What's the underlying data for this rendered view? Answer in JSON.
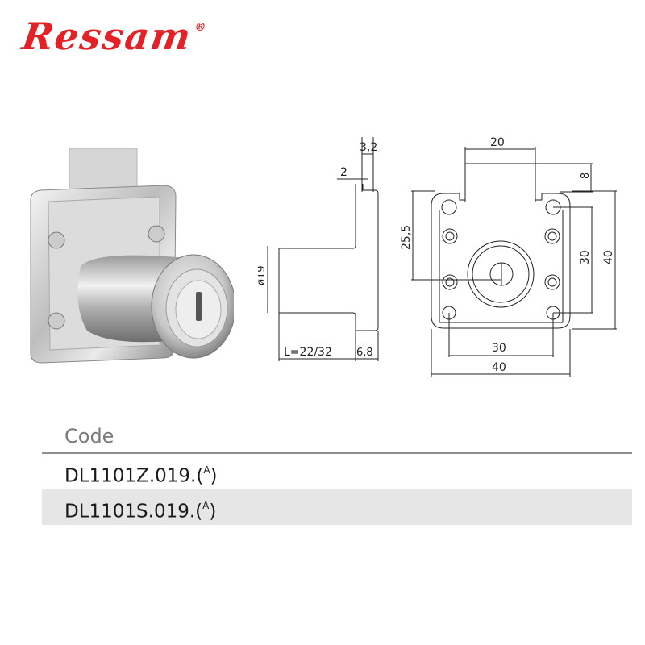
{
  "brand": {
    "name": "Ressam",
    "registered_mark": "®",
    "color": "#e32228"
  },
  "product_photo": {
    "alt": "chrome drawer lock with key cylinder"
  },
  "side_view": {
    "dim_top": "3,2",
    "dim_plate": "2",
    "dim_diameter": "ø19",
    "dim_length": "L=22/32",
    "dim_body": "6,8"
  },
  "front_view": {
    "dim_bolt_width": "20",
    "dim_bolt_height": "8",
    "dim_center": "25,5",
    "dim_hole_v": "30",
    "dim_total_v": "40",
    "dim_hole_h": "30",
    "dim_total_h": "40"
  },
  "code_table": {
    "header": "Code",
    "rows": [
      {
        "code": "DL1101Z.019.(",
        "sup": "A",
        "close": ")"
      },
      {
        "code": "DL1101S.019.(",
        "sup": "A",
        "close": ")"
      }
    ],
    "divider_color": "#8e8e8e",
    "alt_row_color": "#e6e6e7"
  }
}
